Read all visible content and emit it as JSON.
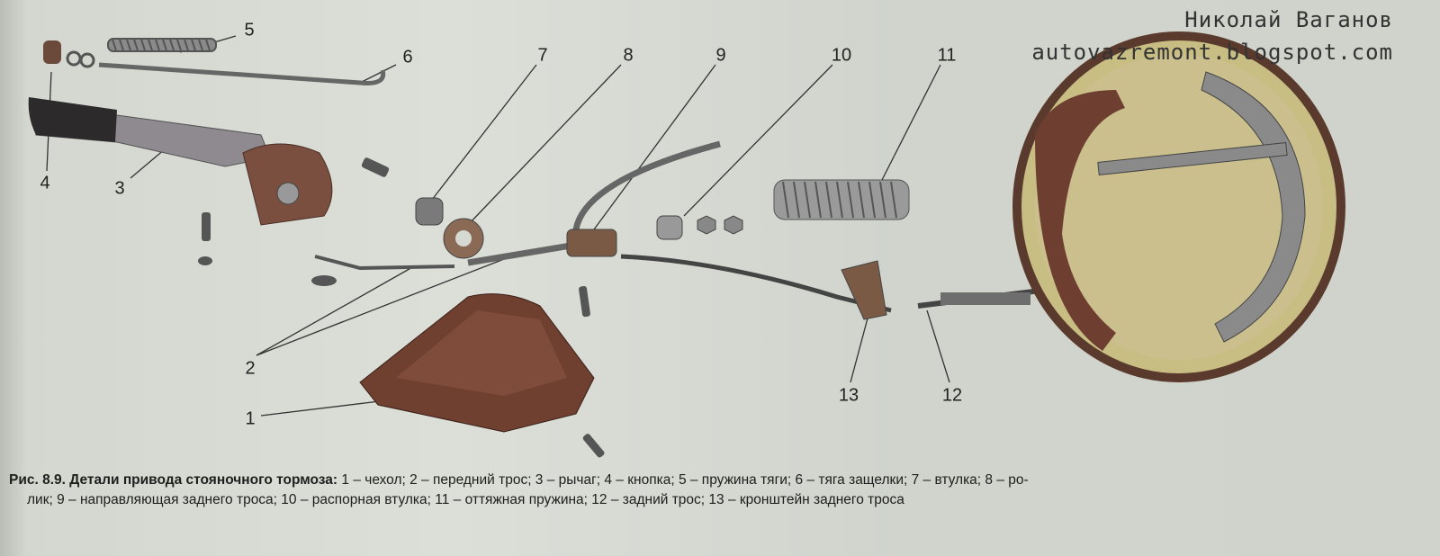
{
  "watermark": {
    "author": "Николай Ваганов",
    "site": "autovazremont.blogspot.com"
  },
  "callouts": {
    "n1": "1",
    "n2": "2",
    "n3": "3",
    "n4": "4",
    "n5": "5",
    "n6": "6",
    "n7": "7",
    "n8": "8",
    "n9": "9",
    "n10": "10",
    "n11": "11",
    "n12": "12",
    "n13": "13"
  },
  "caption": {
    "figure": "Рис. 8.9.",
    "title": "Детали привода стояночного тормоза:",
    "line1": "1 – чехол; 2 – передний трос; 3 – рычаг; 4 – кнопка; 5 – пружина тяги; 6 – тяга защелки; 7 – втулка; 8 – ро-",
    "line2": "лик; 9 – направляющая заднего троса; 10 – распорная втулка; 11 – оттяжная пружина; 12 – задний трос; 13 – кронштейн заднего троса"
  }
}
